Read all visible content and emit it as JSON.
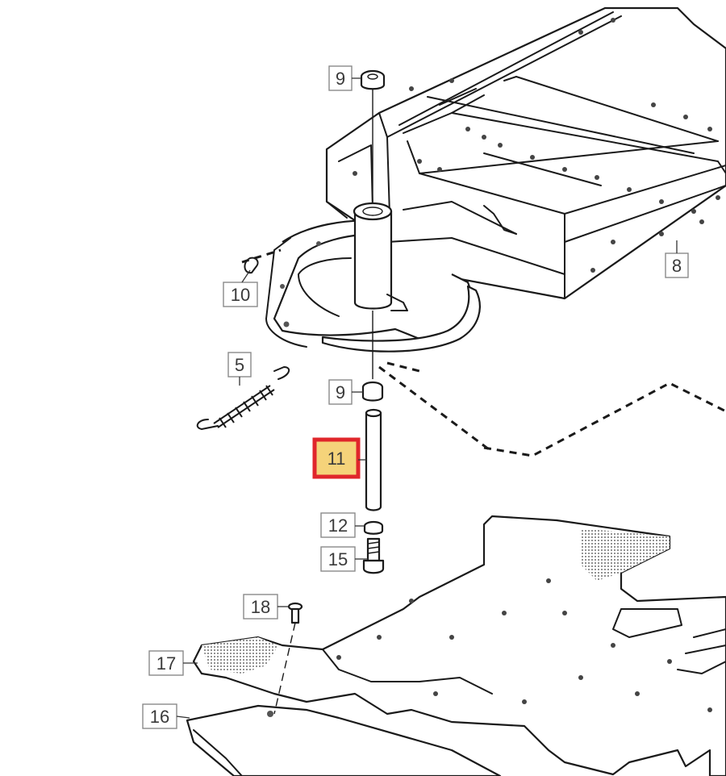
{
  "callouts": {
    "c9_top": "9",
    "c10": "10",
    "c8": "8",
    "c5": "5",
    "c9_mid": "9",
    "c11": "11",
    "c12": "12",
    "c15": "15",
    "c18": "18",
    "c17": "17",
    "c16": "16"
  },
  "highlight_color": "#e0262b",
  "highlight_fill": "#f5d37a",
  "highlighted_part": "11"
}
